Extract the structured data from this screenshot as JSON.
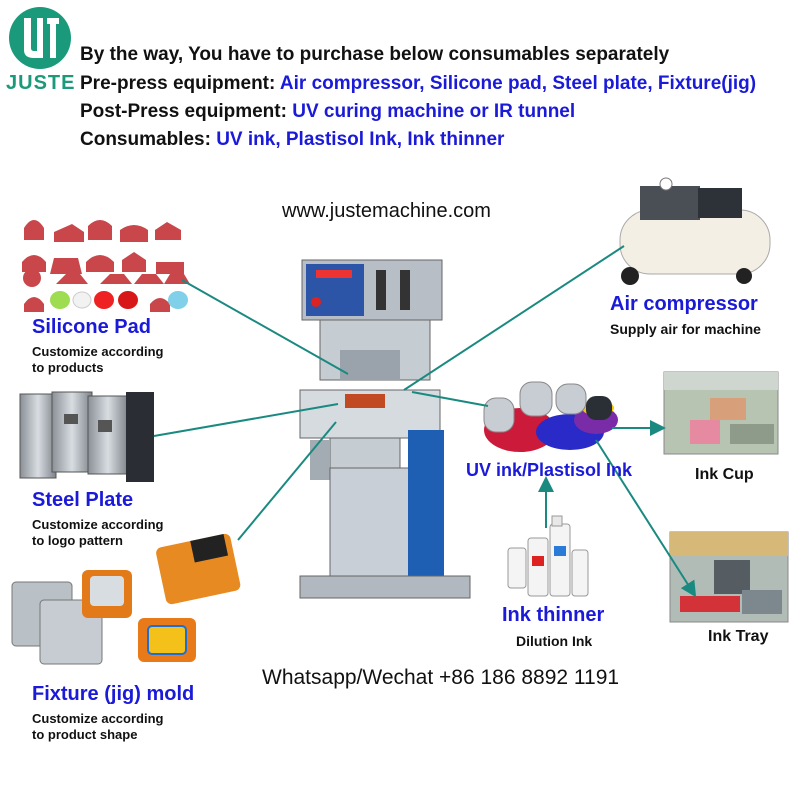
{
  "brand": {
    "name": "JUSTE",
    "color": "#1a9a7a"
  },
  "header": {
    "line1": "By the way, You have to purchase below consumables separately",
    "line2_prefix": "Pre-press equipment: ",
    "line2_items": "Air compressor, Silicone pad, Steel plate, Fixture(jig)",
    "line3_prefix": "Post-Press equipment: ",
    "line3_items": "UV curing machine or IR tunnel",
    "line4_prefix": "Consumables: ",
    "line4_items": "UV ink, Plastisol Ink, Ink thinner"
  },
  "website": "www.justemachine.com",
  "contact": "Whatsapp/Wechat +86 186 8892 1191",
  "items": {
    "silicone_pad": {
      "title": "Silicone Pad",
      "desc1": "Customize according",
      "desc2": "to products"
    },
    "steel_plate": {
      "title": "Steel Plate",
      "desc1": "Customize according",
      "desc2": "to logo pattern"
    },
    "fixture": {
      "title": "Fixture (jig) mold",
      "desc1": "Customize according",
      "desc2": "to product shape"
    },
    "air_compressor": {
      "title": "Air compressor",
      "desc": "Supply air for machine"
    },
    "ink": {
      "title": "UV ink/Plastisol Ink"
    },
    "ink_thinner": {
      "title": "Ink thinner",
      "desc": "Dilution Ink"
    },
    "ink_cup": {
      "title": "Ink Cup"
    },
    "ink_tray": {
      "title": "Ink Tray"
    }
  },
  "colors": {
    "accent_blue": "#1a1ad8",
    "connector": "#1a8a80"
  }
}
